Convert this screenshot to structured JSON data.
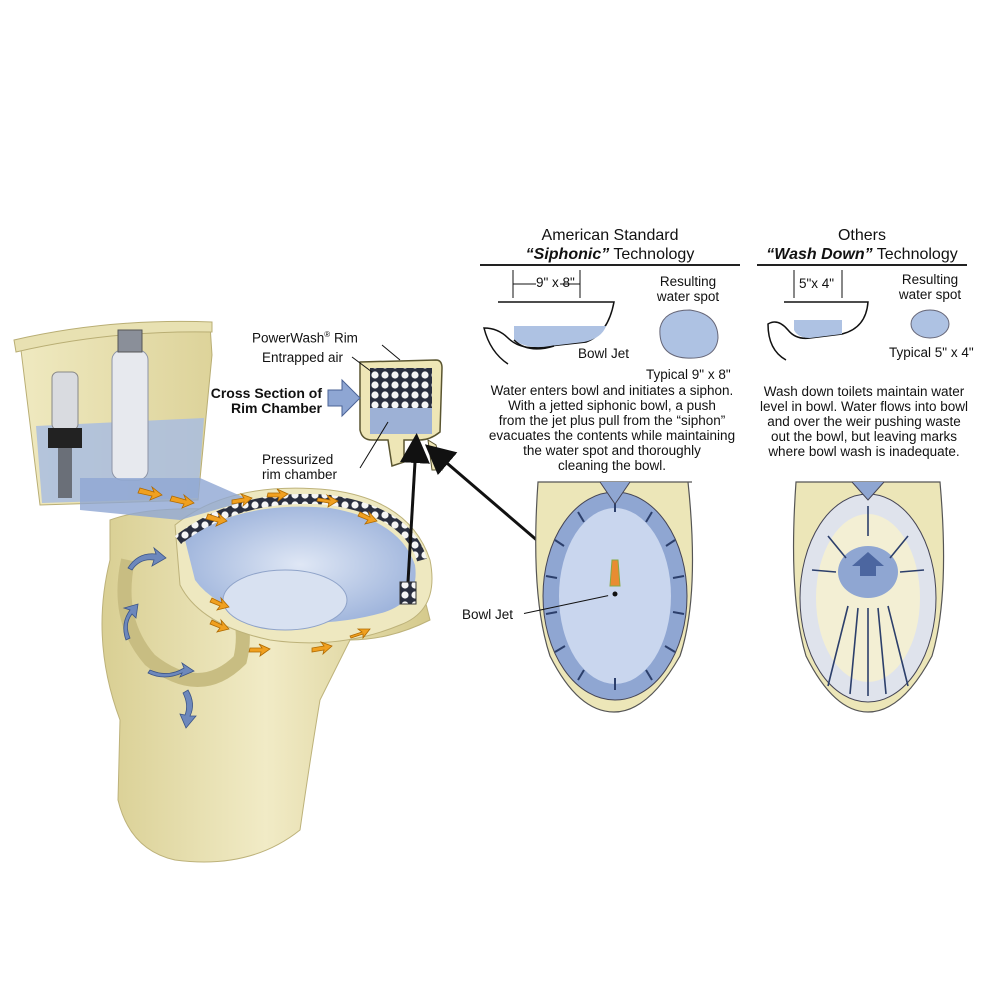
{
  "colors": {
    "porcelain": "#ece6b8",
    "porcelain_dark": "#cfc58a",
    "water": "#aec2e3",
    "water_dark": "#6f86b6",
    "arrow_orange": "#f0a020",
    "arrow_blue": "#5c78ad",
    "rim_blue": "#9db1d6"
  },
  "cross_section": {
    "title_line1": "Cross Section of",
    "title_line2": "Rim Chamber",
    "label_rim": "PowerWash",
    "label_rim_mark": "®",
    "label_rim_tail": " Rim",
    "label_air": "Entrapped air",
    "label_pressurized_1": "Pressurized",
    "label_pressurized_2": "rim chamber"
  },
  "siphonic": {
    "header_line1": "American Standard",
    "header_em": "“Siphonic”",
    "header_tail": " Technology",
    "dimension": "9\" x 8\"",
    "resulting_1": "Resulting",
    "resulting_2": "water spot",
    "bowl_jet": "Bowl Jet",
    "typical": "Typical 9\" x 8\"",
    "description": [
      "Water enters bowl and initiates a siphon.",
      "With a jetted siphonic bowl, a push",
      "from the jet plus pull from the “siphon”",
      "evacuates the contents while maintaining",
      "the water spot and thoroughly",
      "cleaning the bowl."
    ],
    "bowl_jet_callout": "Bowl Jet"
  },
  "washdown": {
    "header_line1": "Others",
    "header_em": "“Wash Down”",
    "header_tail": " Technology",
    "dimension": "5\"x 4\"",
    "resulting_1": "Resulting",
    "resulting_2": "water spot",
    "typical": "Typical 5\" x 4\"",
    "description": [
      "Wash down toilets maintain water",
      "level in bowl. Water flows into bowl",
      "and over the weir pushing waste",
      "out the bowl, but leaving marks",
      "where bowl wash is inadequate."
    ]
  }
}
